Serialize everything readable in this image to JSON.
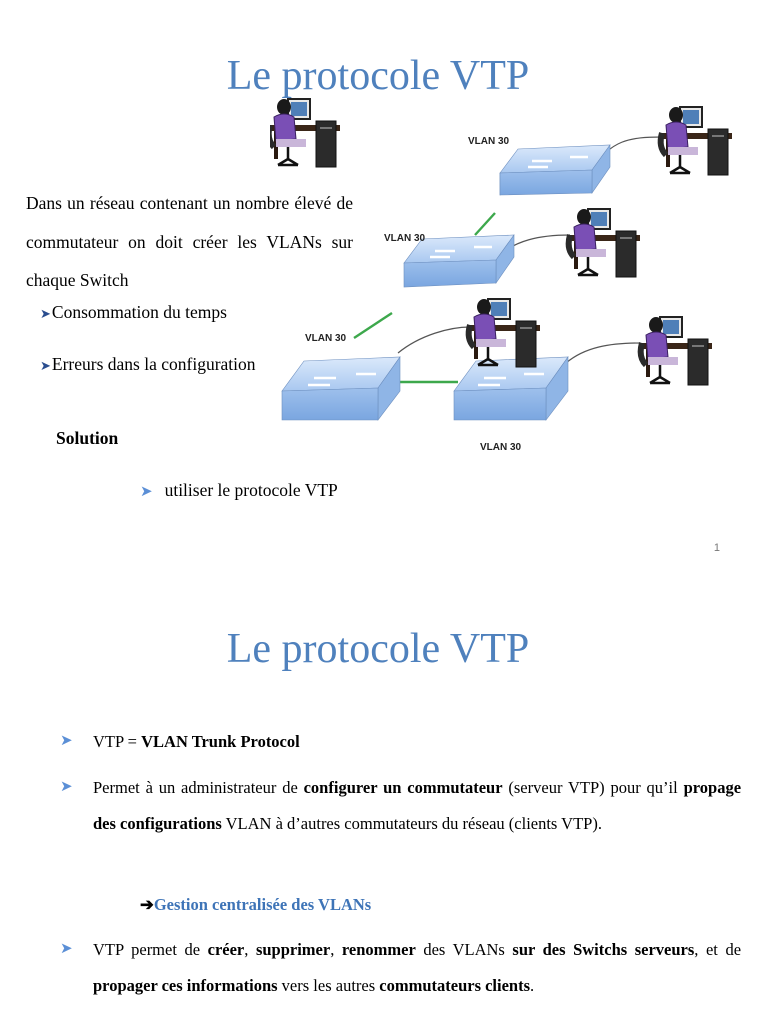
{
  "slide1": {
    "title": "Le protocole VTP",
    "intro": "Dans un réseau contenant un  nombre élevé de commutateur on doit créer les VLANs sur chaque Switch",
    "bullets": [
      "Consommation du temps",
      "Erreurs dans la configuration"
    ],
    "solution_heading": "Solution",
    "solution_item": "utiliser le protocole VTP",
    "page_number": "1",
    "diagram_labels": [
      "VLAN 30",
      "VLAN 30",
      "VLAN 30",
      "VLAN 30"
    ]
  },
  "slide2": {
    "title": "Le protocole VTP",
    "b1_pre": "VTP = ",
    "b1_bold": "VLAN Trunk Protocol",
    "b2": {
      "t1": "Permet à un administrateur de ",
      "b1": "configurer un commutateur",
      "t2": " (serveur VTP) pour qu’il ",
      "b2": "propage des configurations",
      "t3": " VLAN à d’autres commutateurs du réseau (clients VTP)."
    },
    "arrow_text": "Gestion centralisée des VLANs",
    "b3": {
      "t1": "VTP permet de ",
      "b1": "créer",
      "t2": ", ",
      "b2": "supprimer",
      "t3": ", ",
      "b3": "renommer",
      "t4": " des VLANs ",
      "b4": "sur des Switchs serveurs",
      "t5": ", et de ",
      "b5": "propager ces informations",
      "t6": " vers les autres ",
      "b6": "commutateurs clients",
      "t7": "."
    }
  }
}
